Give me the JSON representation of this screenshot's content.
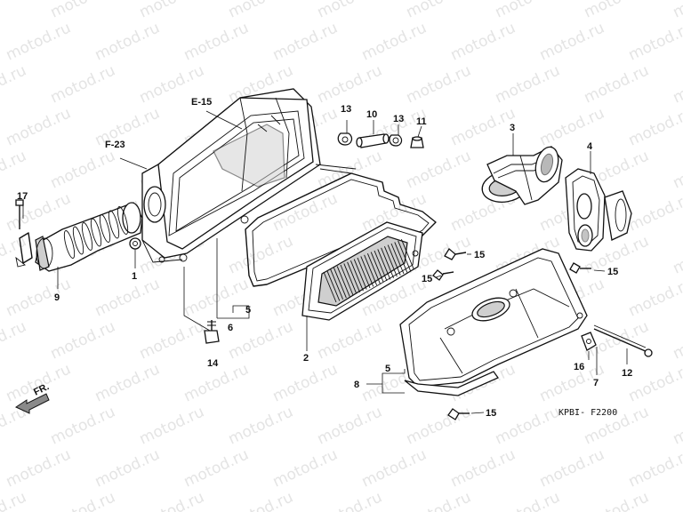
{
  "watermark": "motod.ru",
  "diagram_code": "KPBI- F2200",
  "front_arrow_label": "FR.",
  "refs": {
    "e15": "E-15",
    "f23": "F-23"
  },
  "parts": {
    "p1": "1",
    "p2": "2",
    "p3": "3",
    "p4": "4",
    "p5a": "5",
    "p5b": "5",
    "p6": "6",
    "p7": "7",
    "p8": "8",
    "p9": "9",
    "p10": "10",
    "p11": "11",
    "p12": "12",
    "p13a": "13",
    "p13b": "13",
    "p14": "14",
    "p15a": "15",
    "p15b": "15",
    "p15c": "15",
    "p15d": "15",
    "p16": "16",
    "p17": "17"
  }
}
